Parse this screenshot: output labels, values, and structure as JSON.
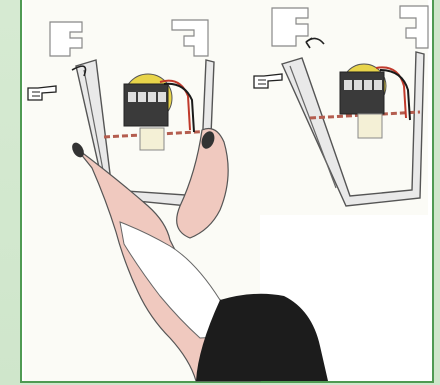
{
  "illustration": {
    "panel_count": 2,
    "steps": [
      {
        "step": "press-tab-with-fingers",
        "icon": "pointing-hand-icon",
        "arrow": "curved-arrow-icon"
      },
      {
        "step": "pull-out-module",
        "icon": "pointing-hand-icon",
        "arrow": "curved-arrow-icon"
      }
    ],
    "colors": {
      "frame_border": "#4f9a52",
      "side_tint": "#cfe6cb",
      "background": "#fbfbf6",
      "hand_skin": "#f0c9bf",
      "glove": "#1c1c1c",
      "module_yellow": "#e8d44a",
      "terminal_block": "#3a3a3a",
      "wire_red": "#c0392b",
      "wire_black": "#1a1a1a"
    }
  }
}
